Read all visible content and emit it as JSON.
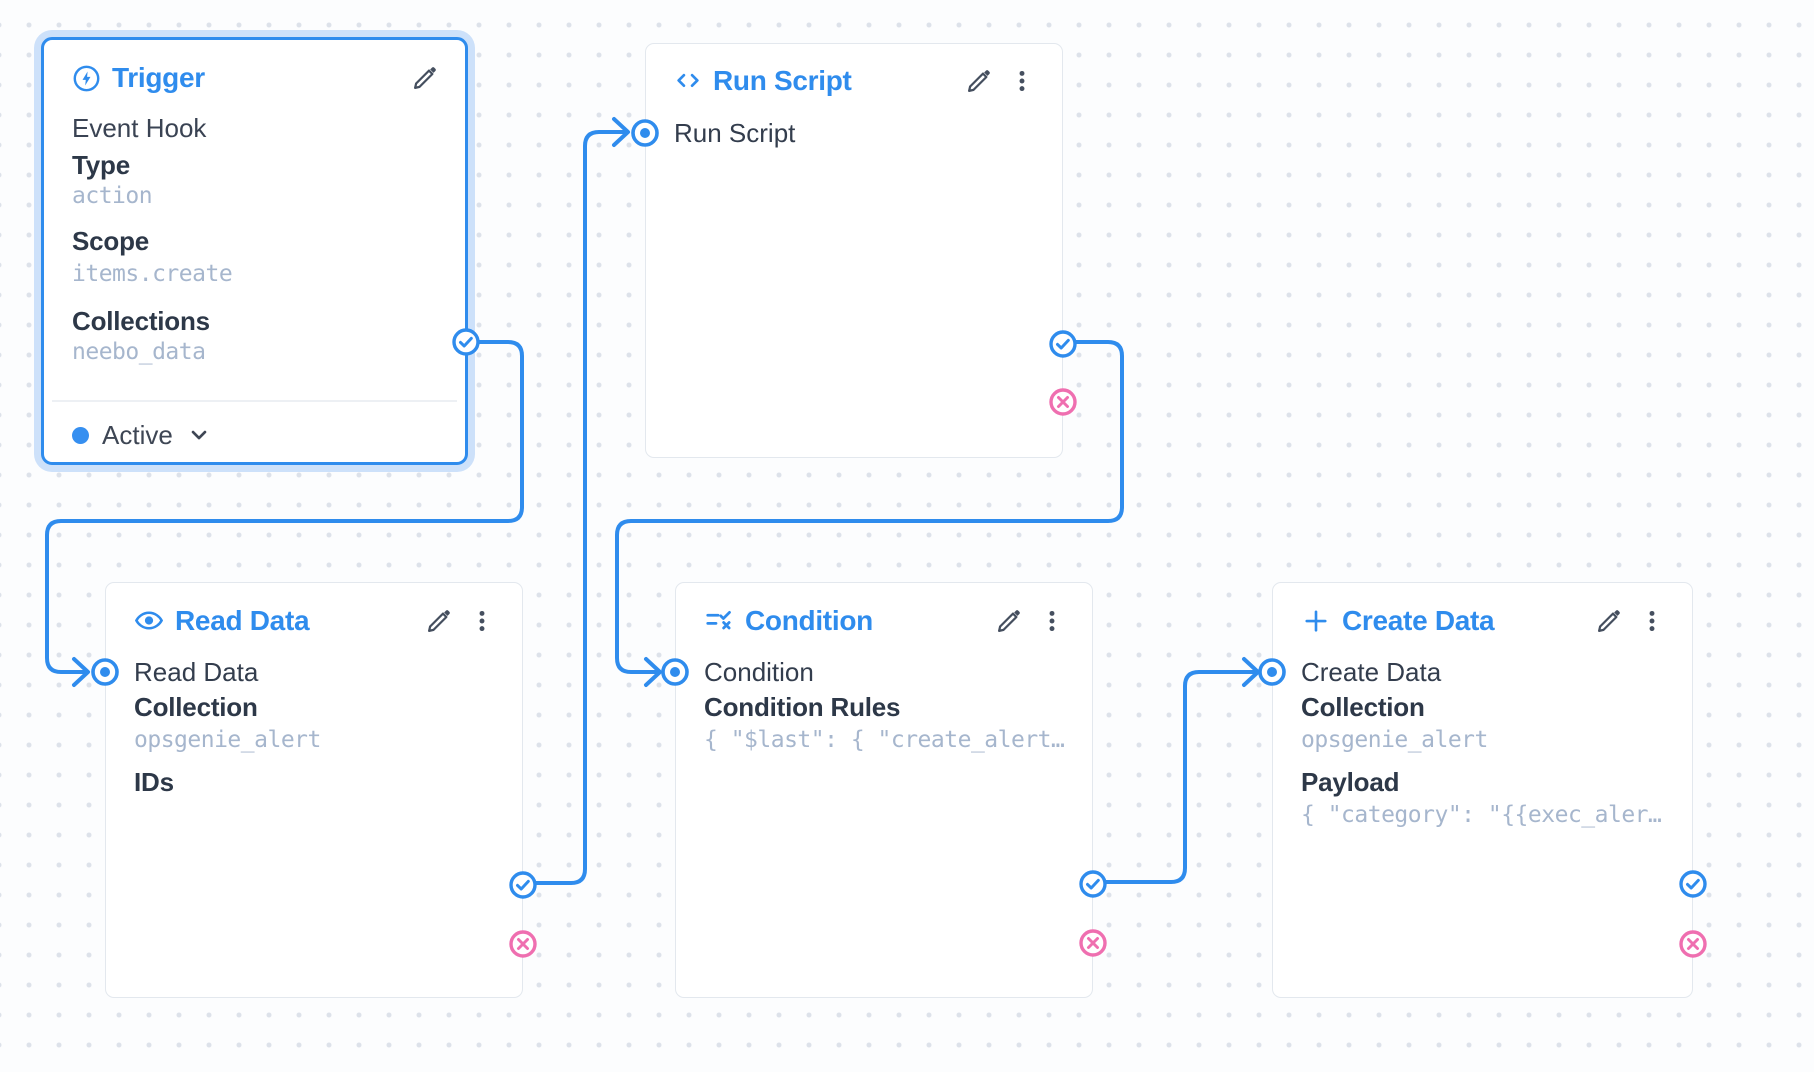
{
  "app": {
    "name": "flow-editor-canvas"
  },
  "colors": {
    "accent_blue": "#2f8ced",
    "reject_pink": "#ef6fb0",
    "card_border": "#e3e8ee",
    "mono_value": "#a6b6cd",
    "text_dark": "#2d3848"
  },
  "nodes": {
    "trigger": {
      "title": "Trigger",
      "icon": "bolt-circle-icon",
      "subtitle": "Event Hook",
      "fields": [
        {
          "label": "Type",
          "value": "action"
        },
        {
          "label": "Scope",
          "value": "items.create"
        },
        {
          "label": "Collections",
          "value": "neebo_data"
        }
      ],
      "status": {
        "label": "Active"
      }
    },
    "run_script": {
      "title": "Run Script",
      "icon": "code-icon",
      "input_label": "Run Script"
    },
    "read_data": {
      "title": "Read Data",
      "icon": "eye-icon",
      "input_label": "Read Data",
      "fields": [
        {
          "label": "Collection",
          "value": "opsgenie_alert"
        },
        {
          "label": "IDs",
          "value": ""
        }
      ]
    },
    "condition": {
      "title": "Condition",
      "icon": "rule-icon",
      "input_label": "Condition",
      "fields": [
        {
          "label": "Condition Rules",
          "value": "{ \"$last\": { \"create_alert…"
        }
      ]
    },
    "create_data": {
      "title": "Create Data",
      "icon": "plus-icon",
      "input_label": "Create Data",
      "fields": [
        {
          "label": "Collection",
          "value": "opsgenie_alert"
        },
        {
          "label": "Payload",
          "value": "{ \"category\": \"{{exec_aler…"
        }
      ]
    }
  },
  "connections": [
    {
      "from": "trigger",
      "to": "read-data"
    },
    {
      "from": "read-data",
      "to": "run-script"
    },
    {
      "from": "run-script",
      "to": "condition"
    },
    {
      "from": "condition",
      "to": "create-data"
    }
  ]
}
